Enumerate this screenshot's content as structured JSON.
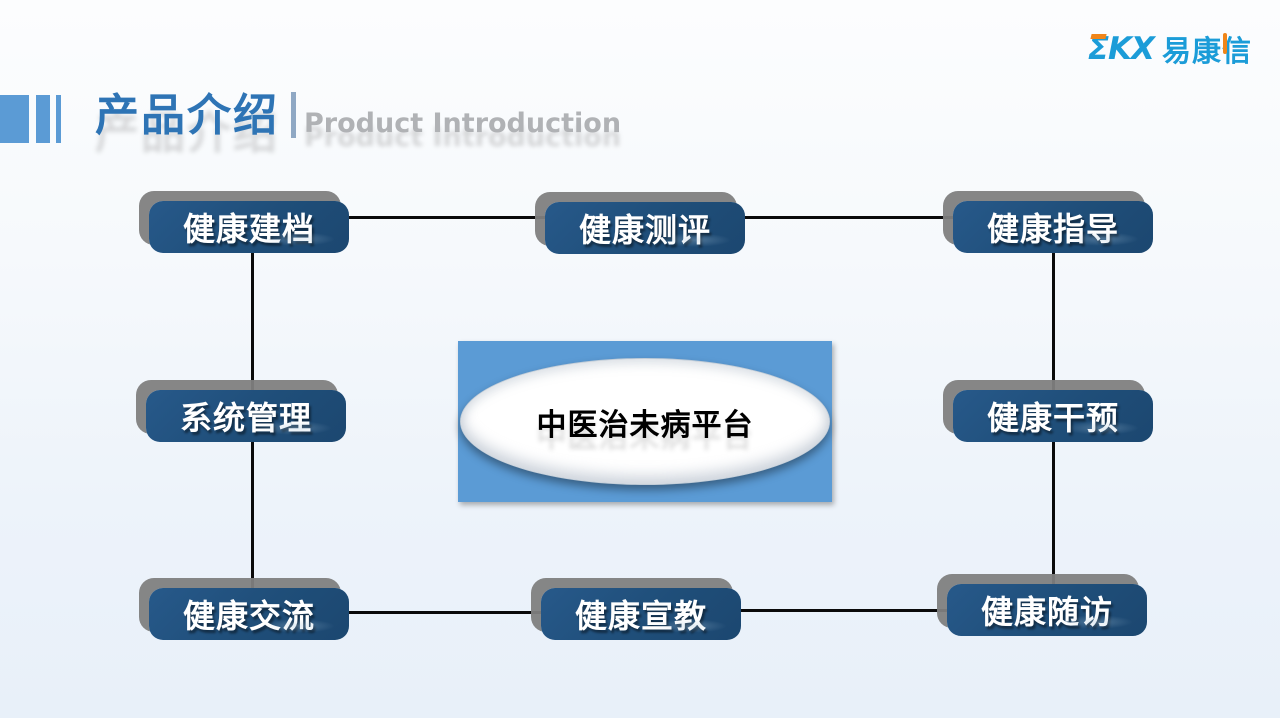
{
  "slide": {
    "header": {
      "title": "产品介绍",
      "subtitle": "Product Introduction"
    },
    "logo": {
      "mark_sigma": "Σ",
      "mark_rest": "KX",
      "name_first": "易康",
      "name_accent": "信"
    },
    "diagram": {
      "center": {
        "label": "中医治未病平台"
      },
      "nodes": [
        {
          "key": "health-record",
          "label": "健康建档",
          "position": "top-left"
        },
        {
          "key": "health-assessment",
          "label": "健康测评",
          "position": "top-center"
        },
        {
          "key": "health-guidance",
          "label": "健康指导",
          "position": "top-right"
        },
        {
          "key": "system-management",
          "label": "系统管理",
          "position": "middle-left"
        },
        {
          "key": "health-intervention",
          "label": "健康干预",
          "position": "middle-right"
        },
        {
          "key": "health-communication",
          "label": "健康交流",
          "position": "bottom-left"
        },
        {
          "key": "health-education",
          "label": "健康宣教",
          "position": "bottom-center"
        },
        {
          "key": "health-followup",
          "label": "健康随访",
          "position": "bottom-right"
        }
      ]
    },
    "colors": {
      "node_blue": "#1f4e79",
      "node_shadow_gray": "#808080",
      "center_rect_blue": "#5b9bd5",
      "title_blue": "#2e74b5",
      "subtitle_gray": "#b0b2b5",
      "accent_bar_blue": "#5b9bd5",
      "logo_blue": "#1b9cd8",
      "logo_orange": "#f08519",
      "connector_black": "#0a0a0a"
    }
  }
}
